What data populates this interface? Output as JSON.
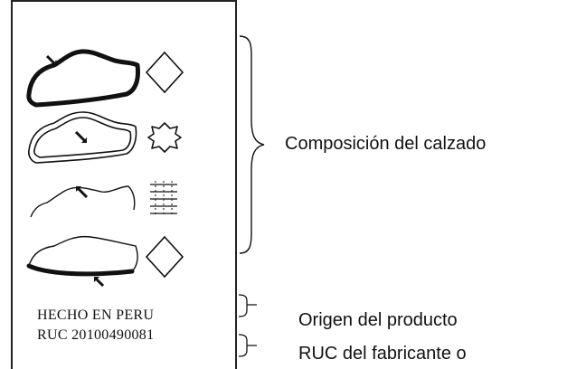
{
  "label": {
    "origin_text": "HECHO EN PERU",
    "ruc_text": "RUC 20100490081",
    "rows": [
      {
        "part": "upper",
        "material_icon": "diamond-icon"
      },
      {
        "part": "lining",
        "material_icon": "leather-hide-icon"
      },
      {
        "part": "insole",
        "material_icon": "textile-weave-icon"
      },
      {
        "part": "sole",
        "material_icon": "diamond-icon"
      }
    ]
  },
  "annotations": {
    "composition": "Composición del calzado",
    "origin": "Origen del producto",
    "ruc": "RUC del fabricante o"
  }
}
